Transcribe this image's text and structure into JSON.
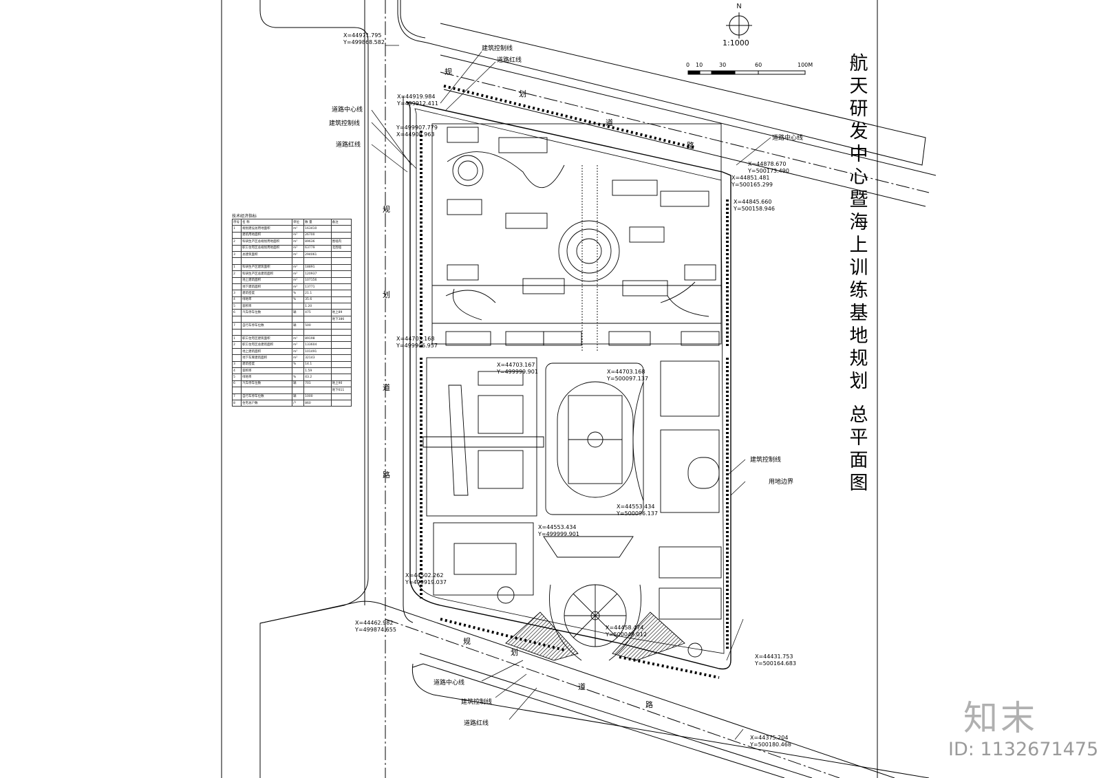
{
  "title": {
    "chars": [
      "航",
      "天",
      "研",
      "发",
      "中",
      "心",
      "暨",
      "海",
      "上",
      "训",
      "练",
      "基",
      "地",
      "规",
      "划",
      " ",
      "总",
      "平",
      "面",
      "图"
    ]
  },
  "north": {
    "letter": "N",
    "scale": "1:1000"
  },
  "scale_bar": {
    "ticks": [
      "0",
      "10",
      "30",
      "60",
      "100M"
    ]
  },
  "road_name_chars": [
    "规",
    "划",
    "道",
    "路"
  ],
  "labels": {
    "center_line": "道路中心线",
    "control_line": "建筑控制线",
    "red_line": "道路红线",
    "boundary": "用地边界"
  },
  "coords": {
    "c1x": "X=44971.795",
    "c1y": "Y=499868.582",
    "c2x": "X=44919.984",
    "c2y": "Y=499912.411",
    "c3x": "Y=499907.779",
    "c3y": "X=44908.963",
    "c4x": "X=44878.670",
    "c4y": "Y=500173.490",
    "c5x": "X=44851.481",
    "c5y": "Y=500165.299",
    "c6x": "X=44845.660",
    "c6y": "Y=500158.946",
    "c7x": "X=44703.168",
    "c7y": "Y=499906.957",
    "c8x": "X=44703.167",
    "c8y": "Y=499999.901",
    "c9x": "X=44703.168",
    "c9y": "Y=500097.137",
    "c10x": "X=44553.434",
    "c10y": "Y=500096.137",
    "c11x": "X=44553.434",
    "c11y": "Y=499999.901",
    "c12x": "X=44502.262",
    "c12y": "Y=499919.037",
    "c13x": "X=44462.982",
    "c13y": "Y=499874.655",
    "c14x": "X=44458.474",
    "c14y": "Y=500048.012",
    "c15x": "X=44431.753",
    "c15y": "Y=500164.683",
    "c16x": "X=44375.204",
    "c16y": "Y=500180.468"
  },
  "table_title": "技术经济指标",
  "table_rows": [
    [
      "序号",
      "名 称",
      "单位",
      "数 量",
      "备注"
    ],
    [
      "1",
      "规划建设总用地面积",
      "m²",
      "163410",
      ""
    ],
    [
      "",
      "建筑用地面积",
      "m²",
      "26700",
      ""
    ],
    [
      "2",
      "科研生产区总规划用地面积",
      "m²",
      "89636",
      "围墙内"
    ],
    [
      "",
      "职工住宅区总规划用地面积",
      "m²",
      "63779",
      "北围墙"
    ],
    [
      "3",
      "总建筑面积",
      "m²",
      "294061",
      ""
    ],
    [
      "",
      "",
      "",
      "",
      ""
    ],
    [
      "1",
      "科研生产区建筑面积",
      "m²",
      "18891",
      ""
    ],
    [
      "2",
      "科研生产区总建筑面积",
      "m²",
      "120937",
      ""
    ],
    [
      "",
      "地上建筑面积",
      "m²",
      "107156",
      ""
    ],
    [
      "",
      "地下建筑面积",
      "m²",
      "13771",
      ""
    ],
    [
      "3",
      "建筑密度",
      "%",
      "21.1",
      ""
    ],
    [
      "4",
      "绿地率",
      "%",
      "35.6",
      ""
    ],
    [
      "5",
      "容积率",
      "",
      "1.20",
      ""
    ],
    [
      "6",
      "汽车停车位数",
      "辆",
      "475",
      "地上89"
    ],
    [
      "",
      "",
      "",
      "",
      "地下386"
    ],
    [
      "7",
      "自行车停车位数",
      "辆",
      "500",
      ""
    ],
    [
      "",
      "",
      "",
      "",
      ""
    ],
    [
      "1",
      "职工住宅区建筑面积",
      "m²",
      "89198",
      ""
    ],
    [
      "2",
      "职工住宅区总建筑面积",
      "m²",
      "133604",
      ""
    ],
    [
      "",
      "地上建筑面积",
      "m²",
      "101491",
      ""
    ],
    [
      "",
      "地下车库建筑面积",
      "m²",
      "32143",
      ""
    ],
    [
      "3",
      "建筑密度",
      "%",
      "14.1",
      ""
    ],
    [
      "4",
      "容积率",
      "",
      "1.59",
      ""
    ],
    [
      "5",
      "绿地率",
      "%",
      "43.2",
      ""
    ],
    [
      "6",
      "汽车停车位数",
      "辆",
      "701",
      "地上90"
    ],
    [
      "",
      "",
      "",
      "",
      "地下611"
    ],
    [
      "7",
      "自行车停车位数",
      "辆",
      "1000",
      ""
    ],
    [
      "8",
      "住宅总户数",
      "户",
      "860",
      ""
    ]
  ],
  "watermark": {
    "logo": "知末",
    "id": "ID: 1132671475"
  }
}
